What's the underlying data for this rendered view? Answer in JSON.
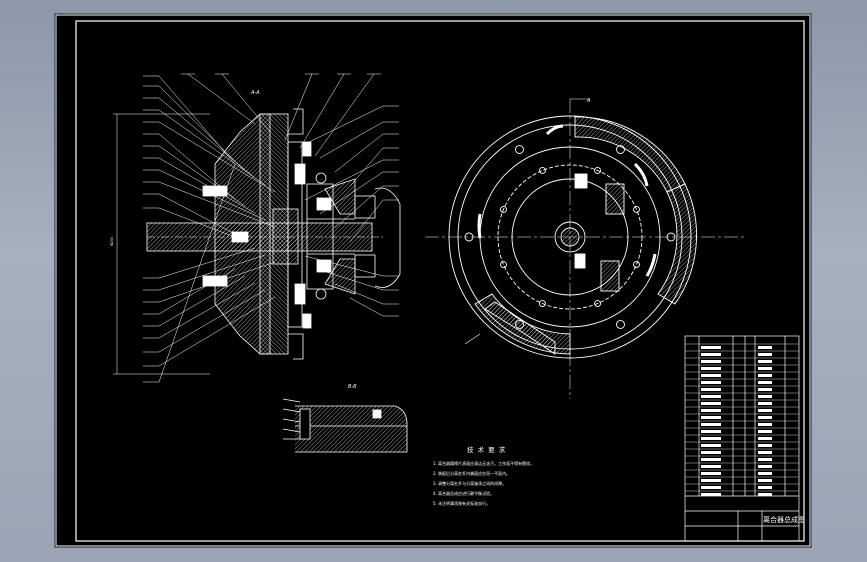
{
  "colors": {
    "background_top": "#8c97a8",
    "background_bottom": "#9aa4b4",
    "sheet": "#000000",
    "lines": "#ffffff"
  },
  "drawing": {
    "section_label_main": "A-A",
    "section_label_detail": "B-B",
    "view_marker": "A",
    "dimension_text": "Φ250"
  },
  "notes": {
    "title": "技 术 要 求",
    "items": [
      "1. 离合器摩擦片表面应清洁无油污，工作面不得有裂纹。",
      "2. 装配后分离杠杆内端面应在同一平面内。",
      "3. 调整分离杠杆与分离轴承之间的间隙。",
      "4. 离合器总成应进行静平衡试验。",
      "5. 未注明事项按有关标准执行。"
    ]
  },
  "title_block": {
    "drawing_name": "离合器总成图"
  }
}
